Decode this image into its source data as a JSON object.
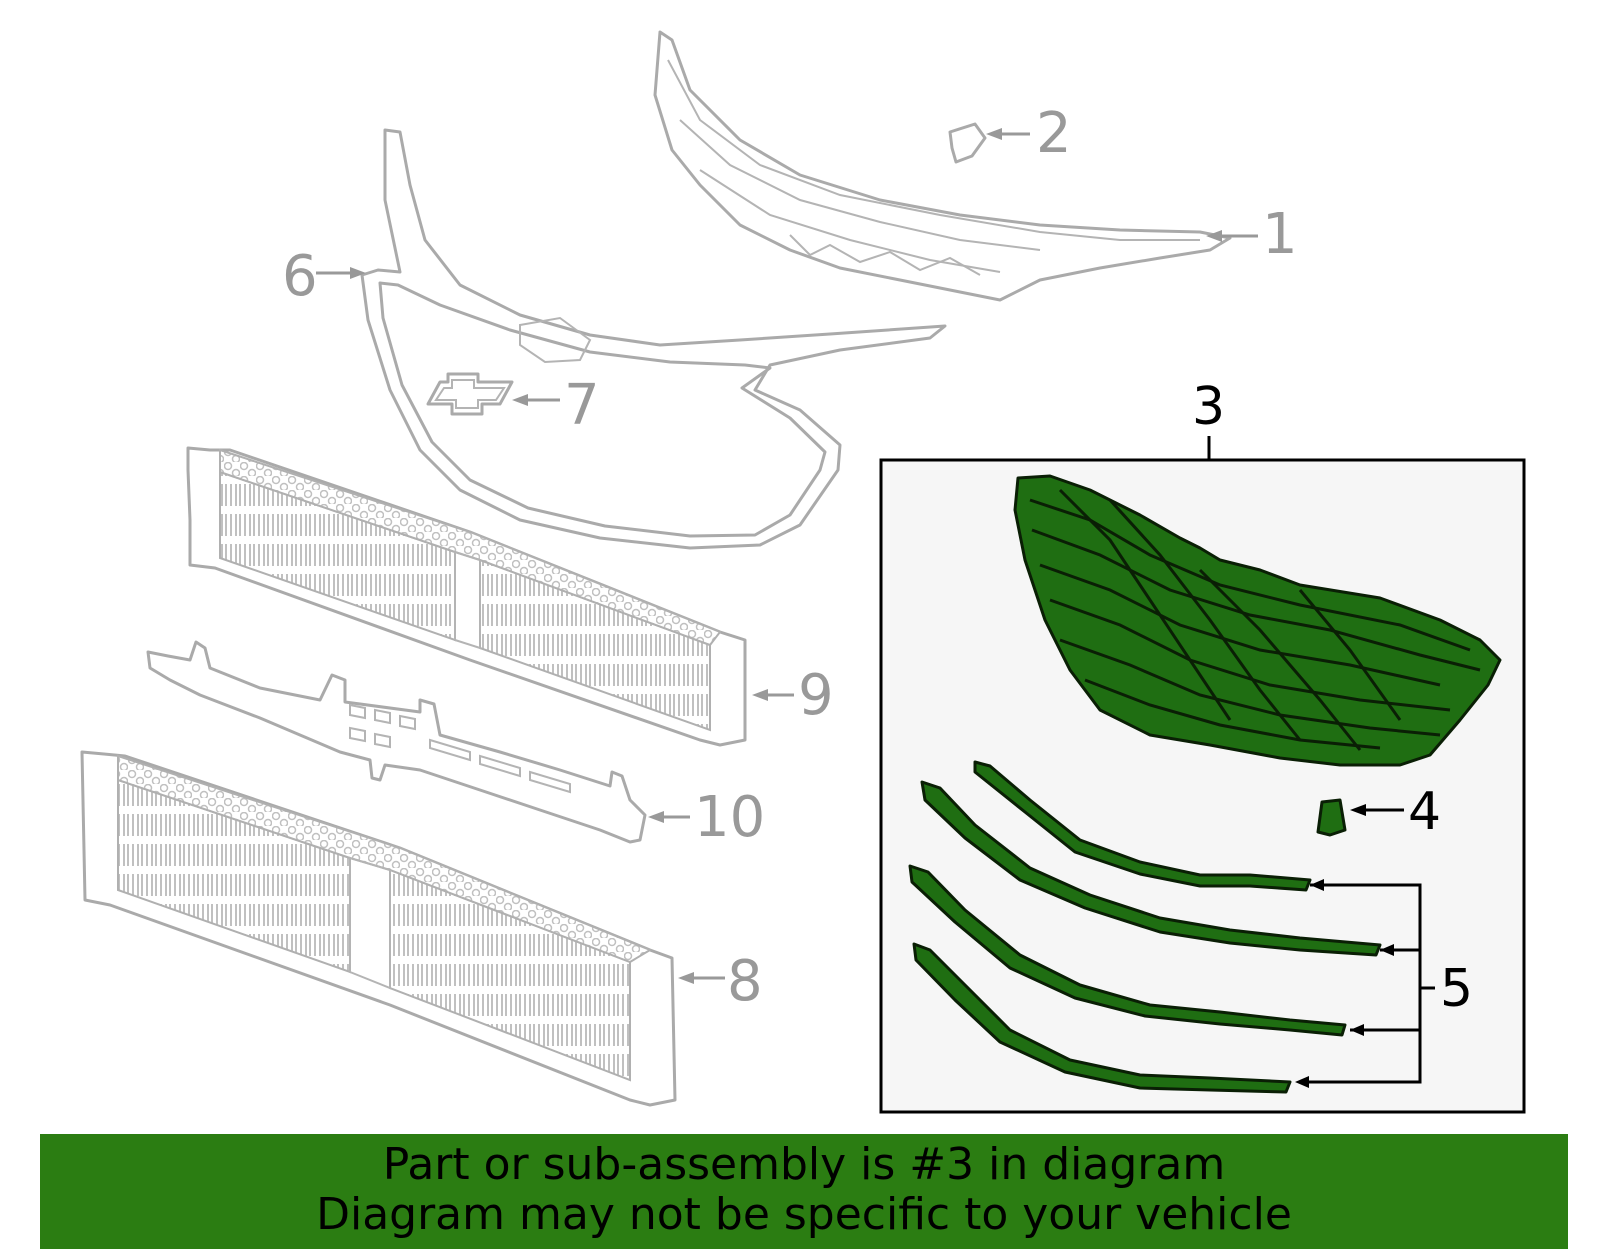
{
  "callouts": {
    "c1": "1",
    "c2": "2",
    "c3": "3",
    "c4": "4",
    "c5": "5",
    "c6": "6",
    "c7": "7",
    "c8": "8",
    "c9": "9",
    "c10": "10"
  },
  "banner": {
    "line1": "Part or sub-assembly is #3 in diagram",
    "line2": "Diagram may not be specific to your vehicle"
  },
  "colors": {
    "highlight_green": "#2b7d12",
    "part_gray": "#aaaaaa",
    "callout_gray": "#999999"
  }
}
